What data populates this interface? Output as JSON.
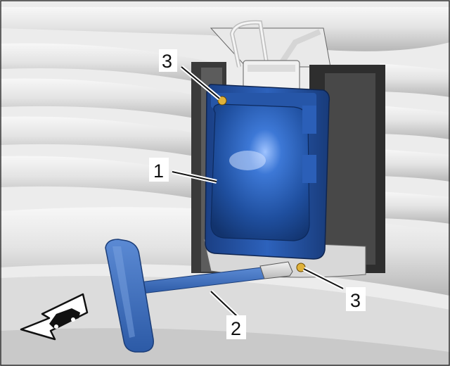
{
  "callouts": [
    {
      "id": "1",
      "label": "1"
    },
    {
      "id": "2",
      "label": "2"
    },
    {
      "id": "3a",
      "label": "3"
    },
    {
      "id": "3b",
      "label": "3"
    }
  ],
  "colors": {
    "sensor_blue": "#2a5fb0",
    "sensor_dark": "#163672",
    "tool_blue": "#3b6fc0",
    "fastener": "#e0b23a",
    "grille": "#e6e6e6",
    "frame": "#2c2c2c"
  },
  "icons": {
    "direction": "forward-arrow-car-icon"
  }
}
